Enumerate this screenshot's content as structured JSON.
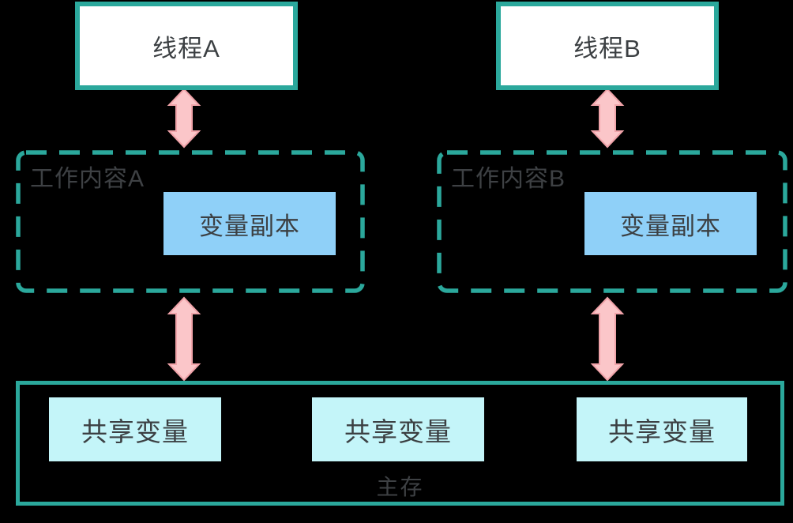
{
  "colors": {
    "bg": "#000000",
    "teal": "#2BA89C",
    "white": "#FFFFFF",
    "blue": "#8FD0F8",
    "cyan": "#C4F5F9",
    "pinkFill": "#FBC6C9",
    "pinkStroke": "#F0A3A9",
    "textDark": "#3C4043",
    "labelGray": "#3E4144"
  },
  "diagram": {
    "threads": [
      {
        "label": "线程A"
      },
      {
        "label": "线程B"
      }
    ],
    "working_memories": [
      {
        "label": "工作内容A",
        "variable_copy": "变量副本"
      },
      {
        "label": "工作内容B",
        "variable_copy": "变量副本"
      }
    ],
    "main_memory": {
      "label": "主存",
      "shared_variables": [
        {
          "label": "共享变量"
        },
        {
          "label": "共享变量"
        },
        {
          "label": "共享变量"
        }
      ]
    }
  }
}
